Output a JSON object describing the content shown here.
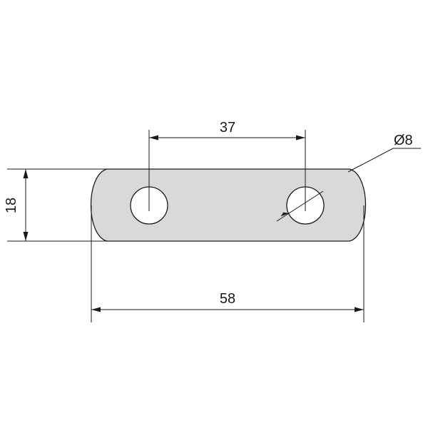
{
  "drawing": {
    "plate_fill": "#d9d9d9",
    "line_color": "#1a1a1a",
    "dimensions": {
      "hole_spacing": "37",
      "hole_diameter": "Ø8",
      "height": "18",
      "length": "58"
    }
  }
}
